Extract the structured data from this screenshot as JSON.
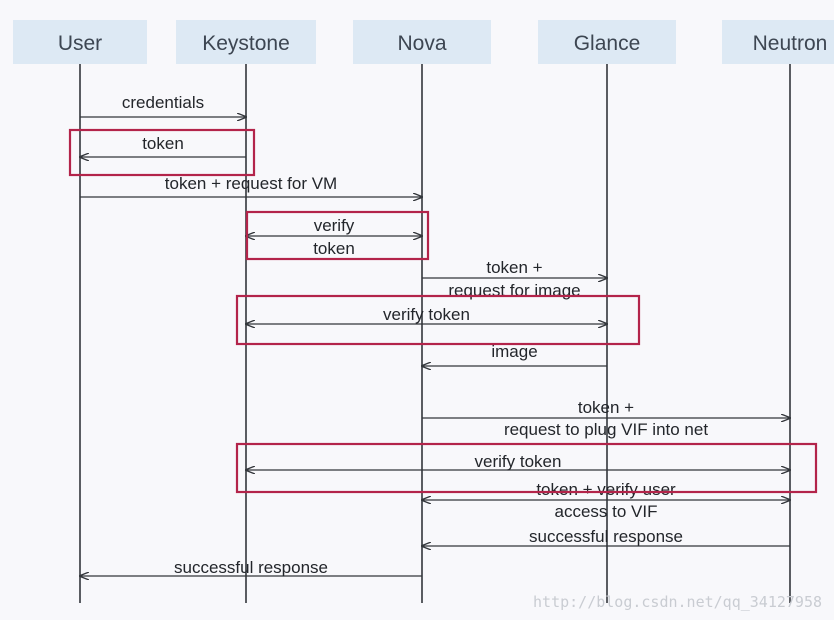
{
  "actors": [
    {
      "id": "user",
      "label": "User"
    },
    {
      "id": "keystone",
      "label": "Keystone"
    },
    {
      "id": "nova",
      "label": "Nova"
    },
    {
      "id": "glance",
      "label": "Glance"
    },
    {
      "id": "neutron",
      "label": "Neutron"
    }
  ],
  "messages": [
    {
      "lines": [
        "credentials"
      ],
      "from": "user",
      "to": "keystone"
    },
    {
      "lines": [
        "token"
      ],
      "from": "keystone",
      "to": "user"
    },
    {
      "lines": [
        "token + request for VM"
      ],
      "from": "user",
      "to": "nova"
    },
    {
      "lines": [
        "verify",
        "token"
      ],
      "from": "keystone",
      "to": "nova",
      "bidirectional": true
    },
    {
      "lines": [
        "token +",
        "request for image"
      ],
      "from": "nova",
      "to": "glance"
    },
    {
      "lines": [
        "verify token"
      ],
      "from": "keystone",
      "to": "glance",
      "bidirectional": true
    },
    {
      "lines": [
        "image"
      ],
      "from": "glance",
      "to": "nova"
    },
    {
      "lines": [
        "token +",
        "request to plug VIF into net"
      ],
      "from": "nova",
      "to": "neutron"
    },
    {
      "lines": [
        "verify token"
      ],
      "from": "keystone",
      "to": "neutron",
      "bidirectional": true
    },
    {
      "lines": [
        "token + verify user",
        "access to VIF"
      ],
      "from": "nova",
      "to": "neutron",
      "bidirectional": true
    },
    {
      "lines": [
        "successful response"
      ],
      "from": "neutron",
      "to": "nova"
    },
    {
      "lines": [
        "successful response"
      ],
      "from": "nova",
      "to": "user"
    }
  ],
  "highlighted_messages": [
    1,
    3,
    5,
    8
  ],
  "colors": {
    "highlight": "#b3244a",
    "actor_box": "#dde9f4"
  },
  "watermark": "http://blog.csdn.net/qq_34127958"
}
